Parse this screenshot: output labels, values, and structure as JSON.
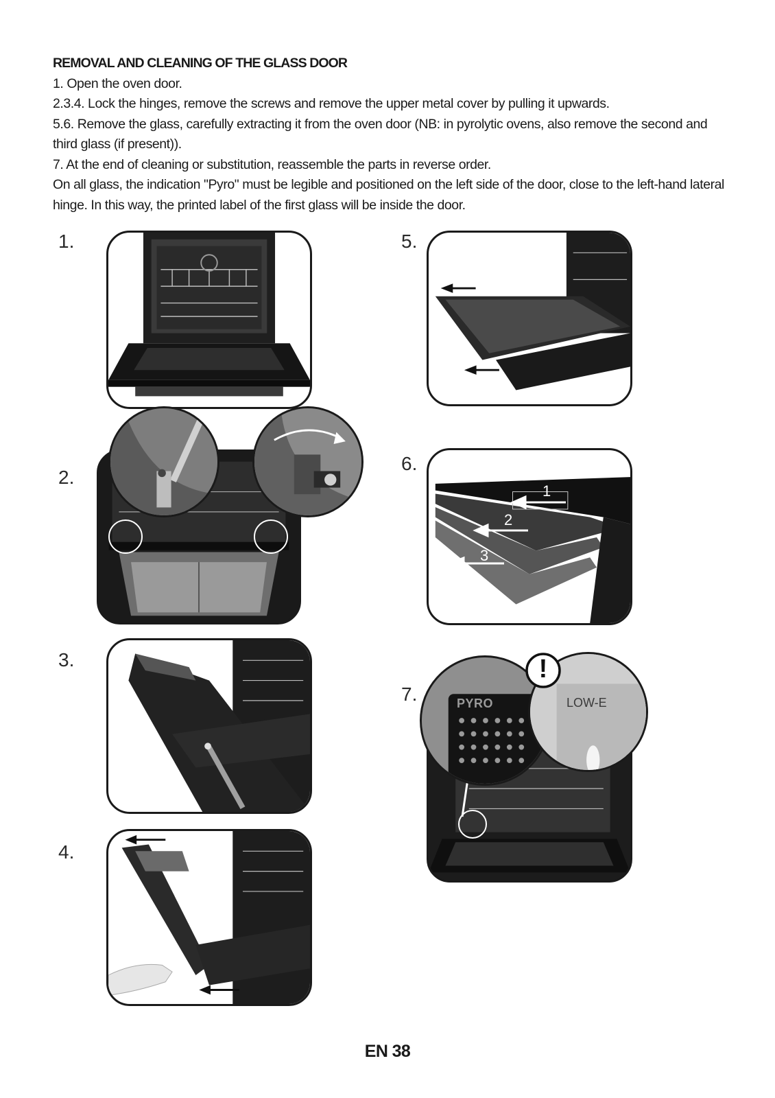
{
  "heading": "REMOVAL AND CLEANING OF THE GLASS DOOR",
  "instructions": [
    "1. Open the oven door.",
    "2.3.4. Lock the hinges, remove the screws and remove the upper metal cover by pulling it upwards.",
    "5.6.  Remove the glass, carefully extracting it from the oven door (NB: in pyrolytic ovens, also remove the second and third glass (if present)).",
    "7. At the end of cleaning or substitution, reassemble the parts in reverse order.",
    "On all glass, the indication \"Pyro\" must be legible and positioned on the left side of the door, close to the left-hand lateral hinge. In this way, the printed label of the first glass will be inside the door."
  ],
  "steps": {
    "s1": "1.",
    "s2": "2.",
    "s3": "3.",
    "s4": "4.",
    "s5": "5.",
    "s6": "6.",
    "s7": "7."
  },
  "glass_layers": [
    "1",
    "2",
    "3"
  ],
  "labels": {
    "pyro": "PYRO",
    "low_e": "LOW-E",
    "warning": "!"
  },
  "footer": "EN 38",
  "icons": {
    "arrow": "arrow-left-icon",
    "warning": "warning-icon"
  }
}
